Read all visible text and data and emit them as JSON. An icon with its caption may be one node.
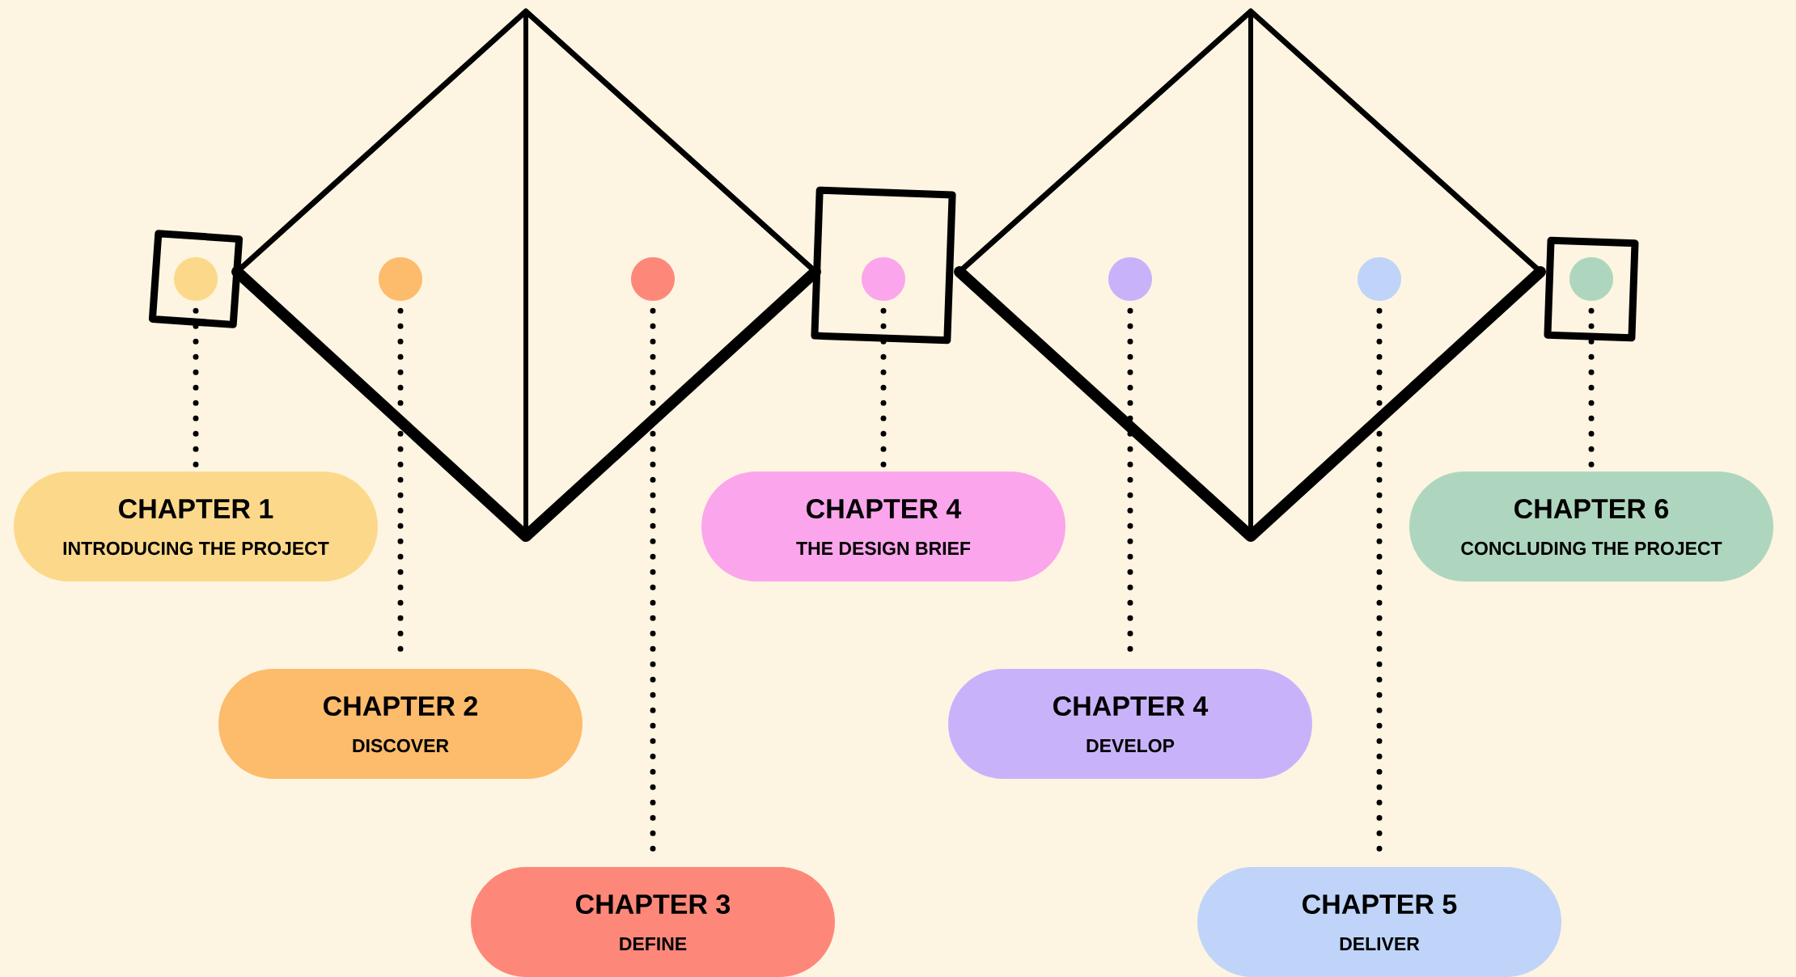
{
  "diagram": {
    "nodes": [
      {
        "text": [],
        "shape": "circle"
      },
      {
        "text": [],
        "shape": "circle"
      },
      {
        "text": [],
        "shape": "circle"
      },
      {
        "text": [],
        "shape": "circle"
      },
      {
        "text": [],
        "shape": "circle"
      },
      {
        "text": [],
        "shape": "circle"
      },
      {
        "text": [],
        "shape": "circle"
      },
      {
        "text": [
          "CHAPTER 1",
          "INTRODUCING THE PROJECT"
        ]
      },
      {
        "text": [
          "CHAPTER 2",
          "DISCOVER"
        ]
      },
      {
        "text": [
          "CHAPTER 3",
          "DEFINE"
        ]
      },
      {
        "text": [
          "CHAPTER 4",
          "THE DESIGN BRIEF"
        ]
      },
      {
        "text": [
          "CHAPTER 4",
          "DEVELOP"
        ]
      },
      {
        "text": [
          "CHAPTER 5",
          "DELIVER"
        ]
      },
      {
        "text": [
          "CHAPTER 6",
          "CONCLUDING THE PROJECT"
        ]
      }
    ],
    "edges": [
      {
        "from": 0,
        "to": 7,
        "arrow": "none"
      },
      {
        "from": 1,
        "to": 8,
        "arrow": "none"
      },
      {
        "from": 2,
        "to": 9,
        "arrow": "none"
      },
      {
        "from": 3,
        "to": 10,
        "arrow": "none"
      },
      {
        "from": 4,
        "to": 11,
        "arrow": "none"
      },
      {
        "from": 5,
        "to": 12,
        "arrow": "none"
      },
      {
        "from": 6,
        "to": 13,
        "arrow": "none"
      }
    ]
  }
}
